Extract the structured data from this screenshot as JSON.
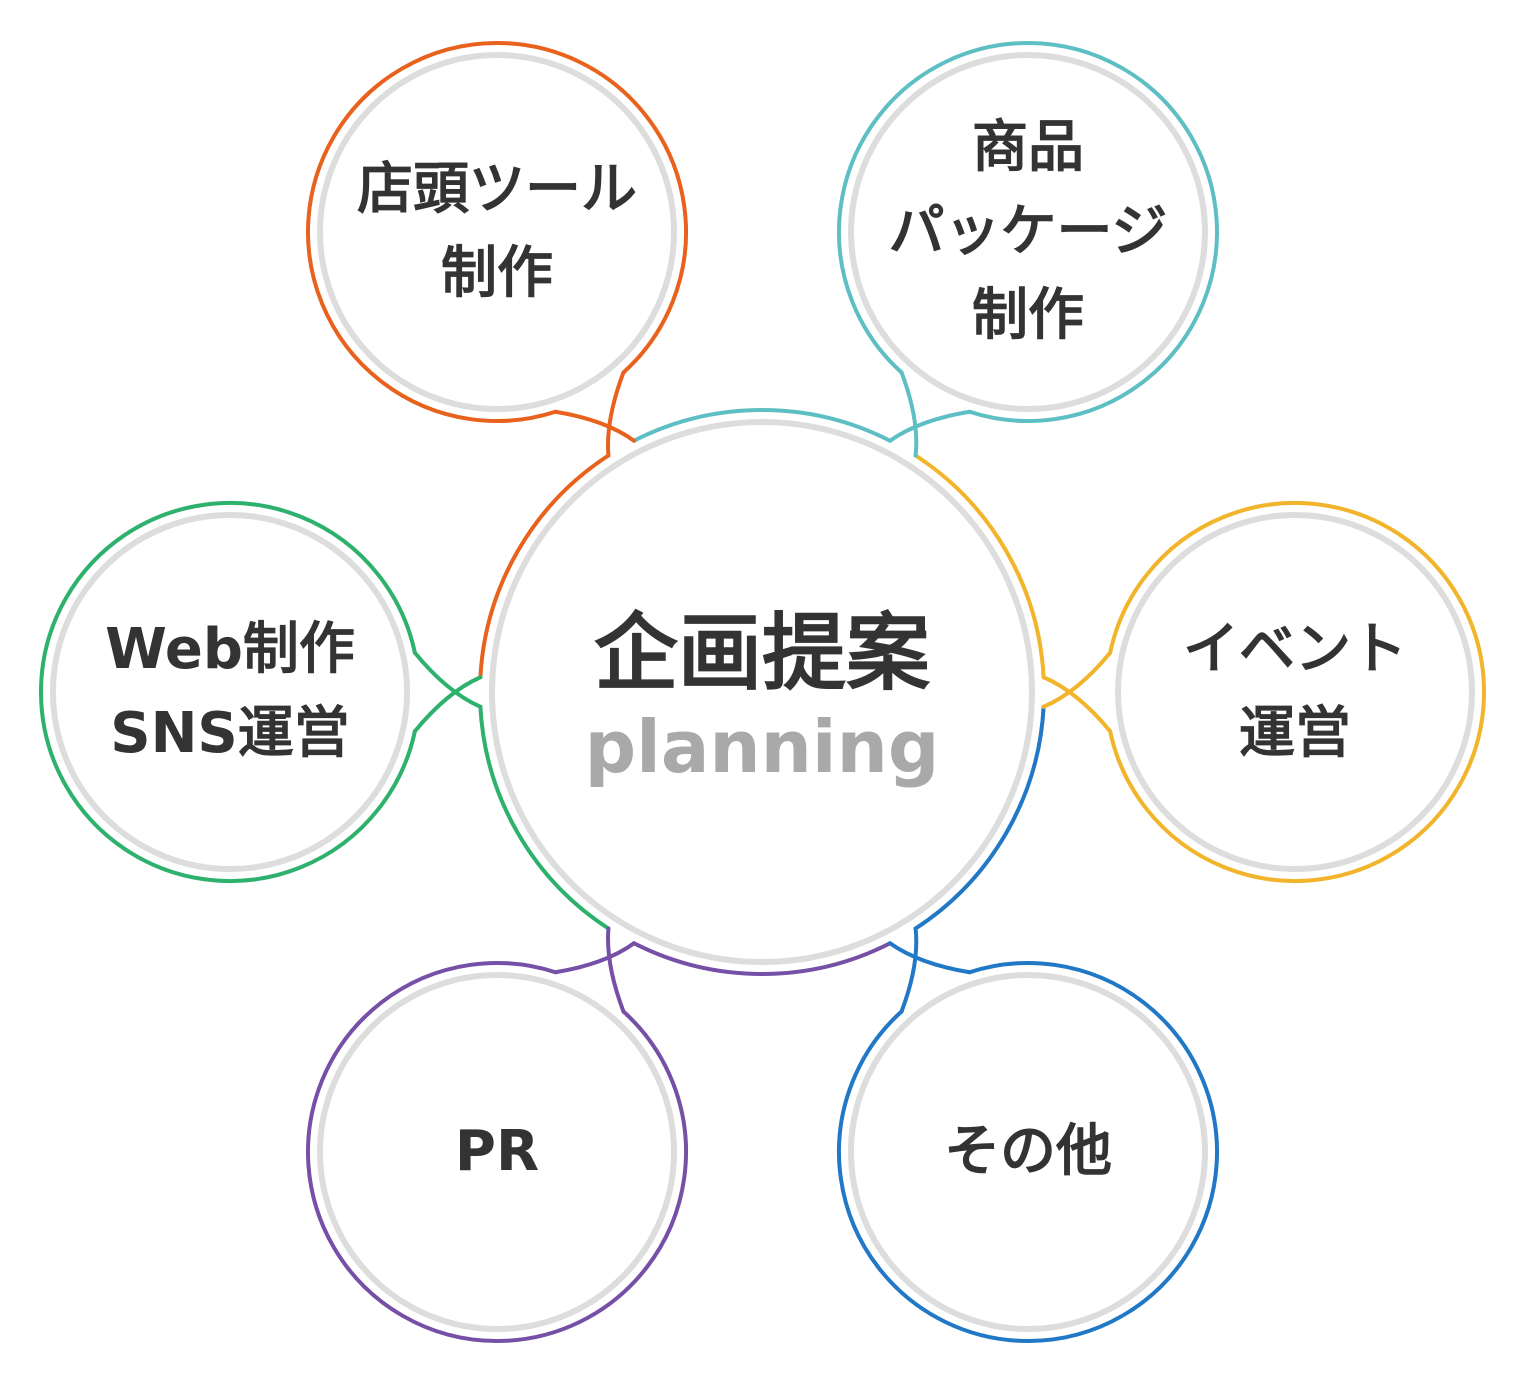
{
  "center": {
    "title": "企画提案",
    "subtitle": "planning"
  },
  "nodes": [
    {
      "id": "store-tools",
      "lines": [
        "店頭ツール",
        "制作"
      ],
      "color": "#E8621E"
    },
    {
      "id": "package",
      "lines": [
        "商品",
        "パッケージ",
        "制作"
      ],
      "color": "#5DBFC4"
    },
    {
      "id": "event",
      "lines": [
        "イベント",
        "運営"
      ],
      "color": "#F1B42A"
    },
    {
      "id": "other",
      "lines": [
        "その他"
      ],
      "color": "#2178C6"
    },
    {
      "id": "pr",
      "lines": [
        "PR"
      ],
      "color": "#7650A6"
    },
    {
      "id": "web-sns",
      "lines": [
        "Web制作",
        "SNS運営"
      ],
      "color": "#2DB16C"
    }
  ],
  "ring_color": "#dddddd"
}
